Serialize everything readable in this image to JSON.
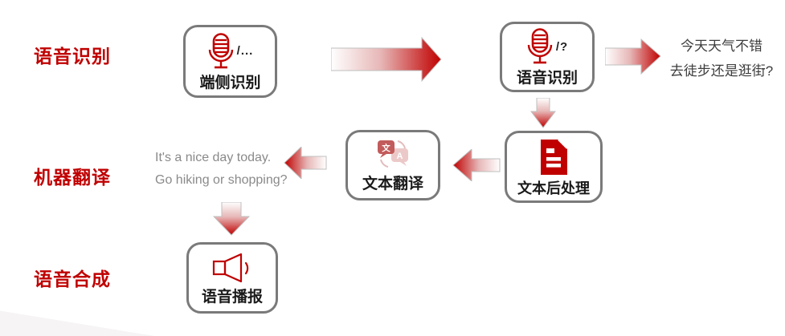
{
  "diagram_title": "speech-recognition-translation-synthesis-pipeline",
  "colors": {
    "accent_red": "#c00000",
    "box_border_gray": "#7a7a7a",
    "box_label_black": "#1a1a1a",
    "cn_output_text": "#3d3d3d",
    "en_output_text": "#8a8a8a"
  },
  "rows": [
    {
      "id": "asr",
      "label": "语音识别"
    },
    {
      "id": "mt",
      "label": "机器翻译"
    },
    {
      "id": "tts",
      "label": "语音合成"
    }
  ],
  "boxes": [
    {
      "id": "device-asr",
      "label": "端侧识别",
      "icon": "microphone-icon",
      "side_text": "/..."
    },
    {
      "id": "cloud-asr",
      "label": "语音识别",
      "icon": "microphone-icon",
      "side_text": "/?"
    },
    {
      "id": "text-post",
      "label": "文本后处理",
      "icon": "document-icon"
    },
    {
      "id": "text-trans",
      "label": "文本翻译",
      "icon": "translate-icon"
    },
    {
      "id": "tts-play",
      "label": "语音播报",
      "icon": "speaker-icon"
    }
  ],
  "outputs": {
    "asr": [
      "今天天气不错",
      "去徒步还是逛街?"
    ],
    "mt": [
      "It's a nice day today.",
      "Go hiking or shopping?"
    ]
  },
  "arrows": [
    "right-big: device-asr -> cloud-asr",
    "right-small: cloud-asr -> asr-output-text",
    "down: cloud-asr -> text-post",
    "left: text-post -> text-trans",
    "left: text-trans -> mt-output-text",
    "down: mt-output-text -> tts-play"
  ]
}
